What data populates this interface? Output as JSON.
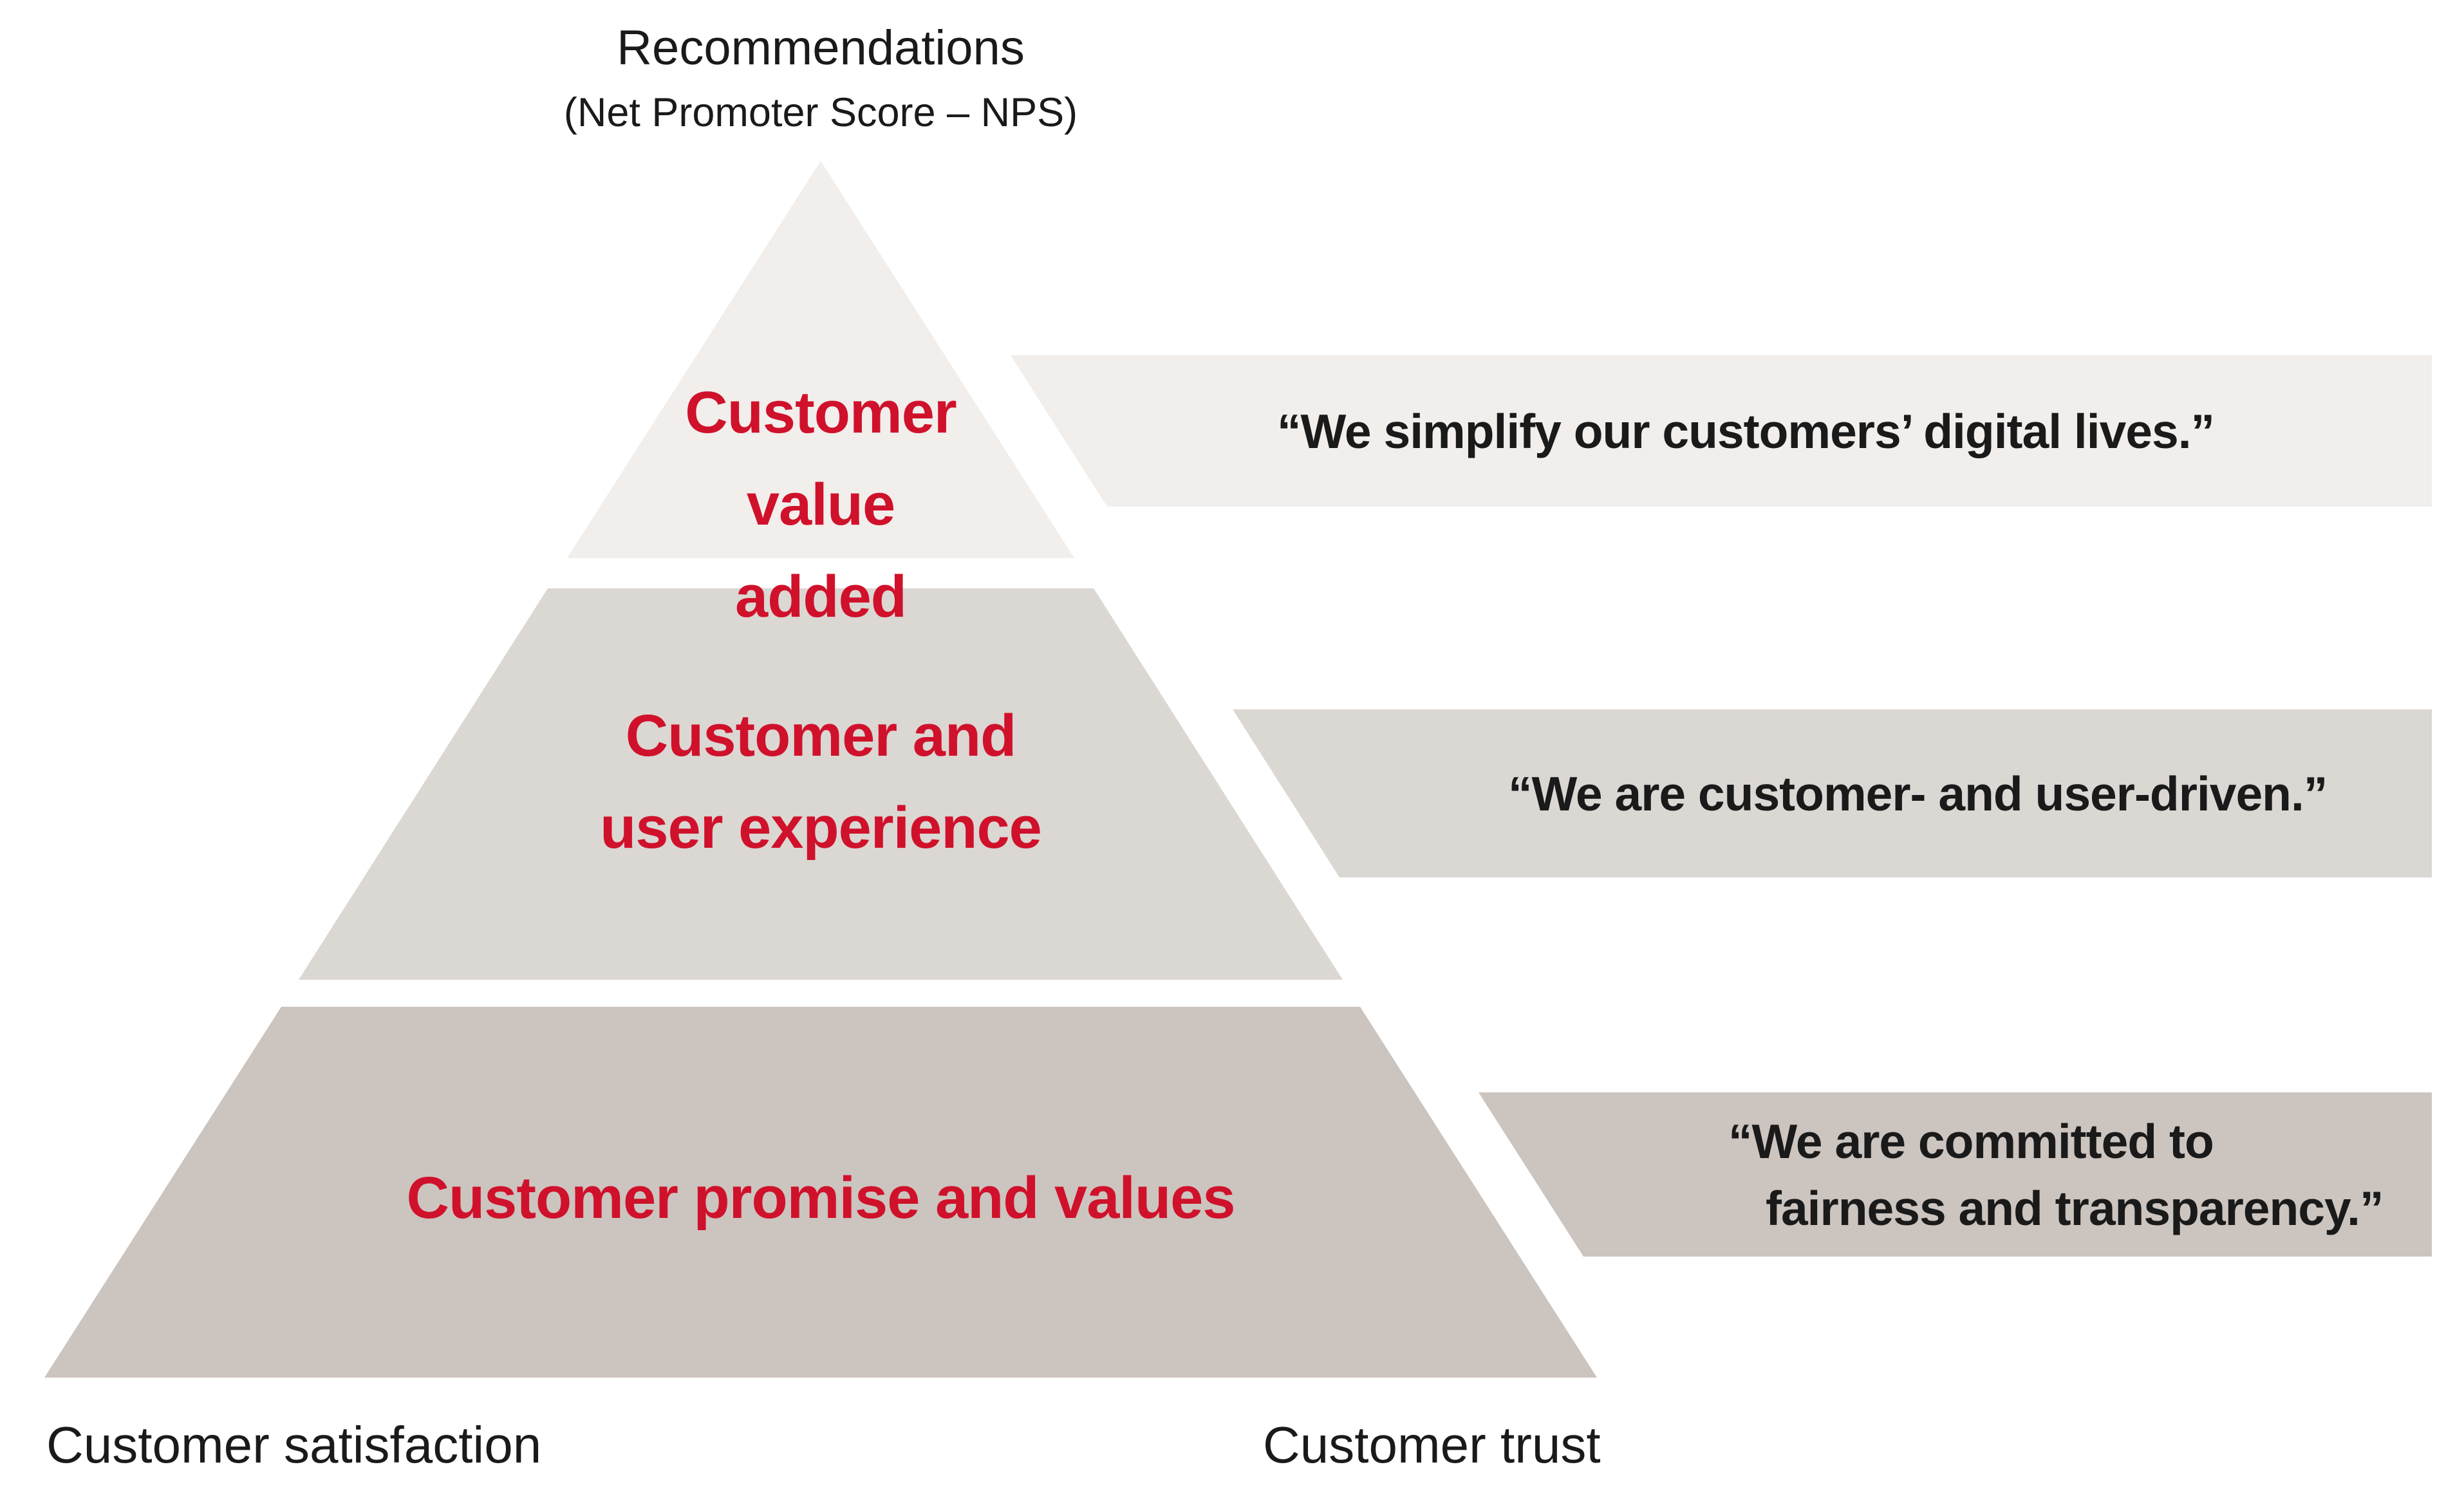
{
  "title": {
    "text": "Recommendations",
    "subtitle": "(Net Promoter Score – NPS)"
  },
  "pyramid": {
    "tiers": [
      {
        "id": "top",
        "lines": [
          "Customer",
          "value",
          "added"
        ],
        "fill": "#F1EEEB",
        "label_color": "#D0112B"
      },
      {
        "id": "middle",
        "lines": [
          "Customer and",
          "user experience"
        ],
        "fill": "#DBD7D3",
        "label_color": "#D0112B"
      },
      {
        "id": "bottom",
        "lines": [
          "Customer promise and values"
        ],
        "fill": "#CCC4BF",
        "label_color": "#D0112B"
      }
    ]
  },
  "quotes": [
    {
      "lines": [
        "“We simplify our customers’ digital lives.”"
      ],
      "fill": "#F1EEEB"
    },
    {
      "lines": [
        "“We are customer- and user-driven.”"
      ],
      "fill": "#DBD7D3"
    },
    {
      "lines": [
        "“We are committed to",
        "fairness and transparency.”"
      ],
      "fill": "#CCC4BF"
    }
  ],
  "footer": {
    "left_label": "Customer satisfaction",
    "right_label": "Customer trust"
  },
  "colors": {
    "background": "#FFFFFF",
    "accent_red": "#D0112B",
    "text_dark": "#1A1A1A",
    "tier_top": "#F1EEEB",
    "tier_middle": "#DBD7D3",
    "tier_bottom": "#CCC4BF"
  }
}
